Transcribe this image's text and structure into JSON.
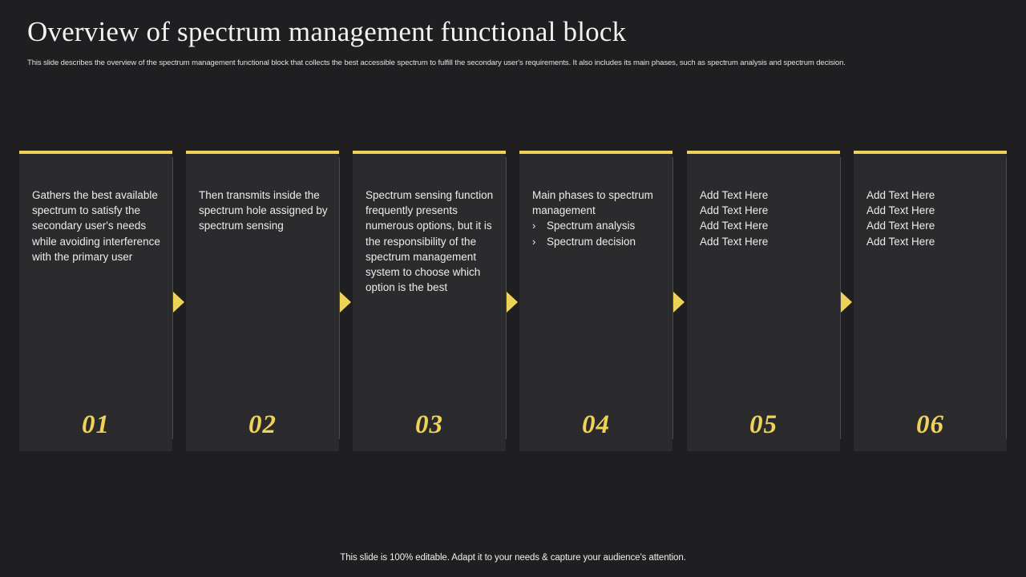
{
  "slide": {
    "title": "Overview of  spectrum management functional block",
    "subtitle": "This slide describes the overview of the spectrum management  functional block that collects the best accessible spectrum to fulfill the secondary user's requirements. It also includes its main  phases, such as spectrum analysis and spectrum decision.",
    "footer": "This slide is 100% editable. Adapt it to your needs & capture your audience’s attention.",
    "accent_color": "#efd358",
    "card_bg": "#2b2b2d",
    "background": "#1f1f21"
  },
  "cards": [
    {
      "number": "01",
      "text": "Gathers the best available spectrum to satisfy the secondary user's needs while avoiding interference with the primary user",
      "bullets": [],
      "lines": []
    },
    {
      "number": "02",
      "text": "Then transmits inside the spectrum hole assigned by spectrum sensing",
      "bullets": [],
      "lines": []
    },
    {
      "number": "03",
      "text": "Spectrum sensing function frequently presents numerous options, but it is the responsibility of the spectrum management system to choose which option is the best",
      "bullets": [],
      "lines": []
    },
    {
      "number": "04",
      "text": "Main phases to spectrum management",
      "bullets": [
        "Spectrum analysis",
        "Spectrum decision"
      ],
      "lines": []
    },
    {
      "number": "05",
      "text": "",
      "bullets": [],
      "lines": [
        "Add Text Here",
        "Add Text Here",
        "Add Text Here",
        "Add Text Here"
      ]
    },
    {
      "number": "06",
      "text": "",
      "bullets": [],
      "lines": [
        "Add Text Here",
        "Add Text Here",
        "Add Text Here",
        "Add Text Here"
      ]
    }
  ],
  "icons": {
    "bullet_chevron": "›",
    "arrow_right": "arrow-right-icon"
  }
}
